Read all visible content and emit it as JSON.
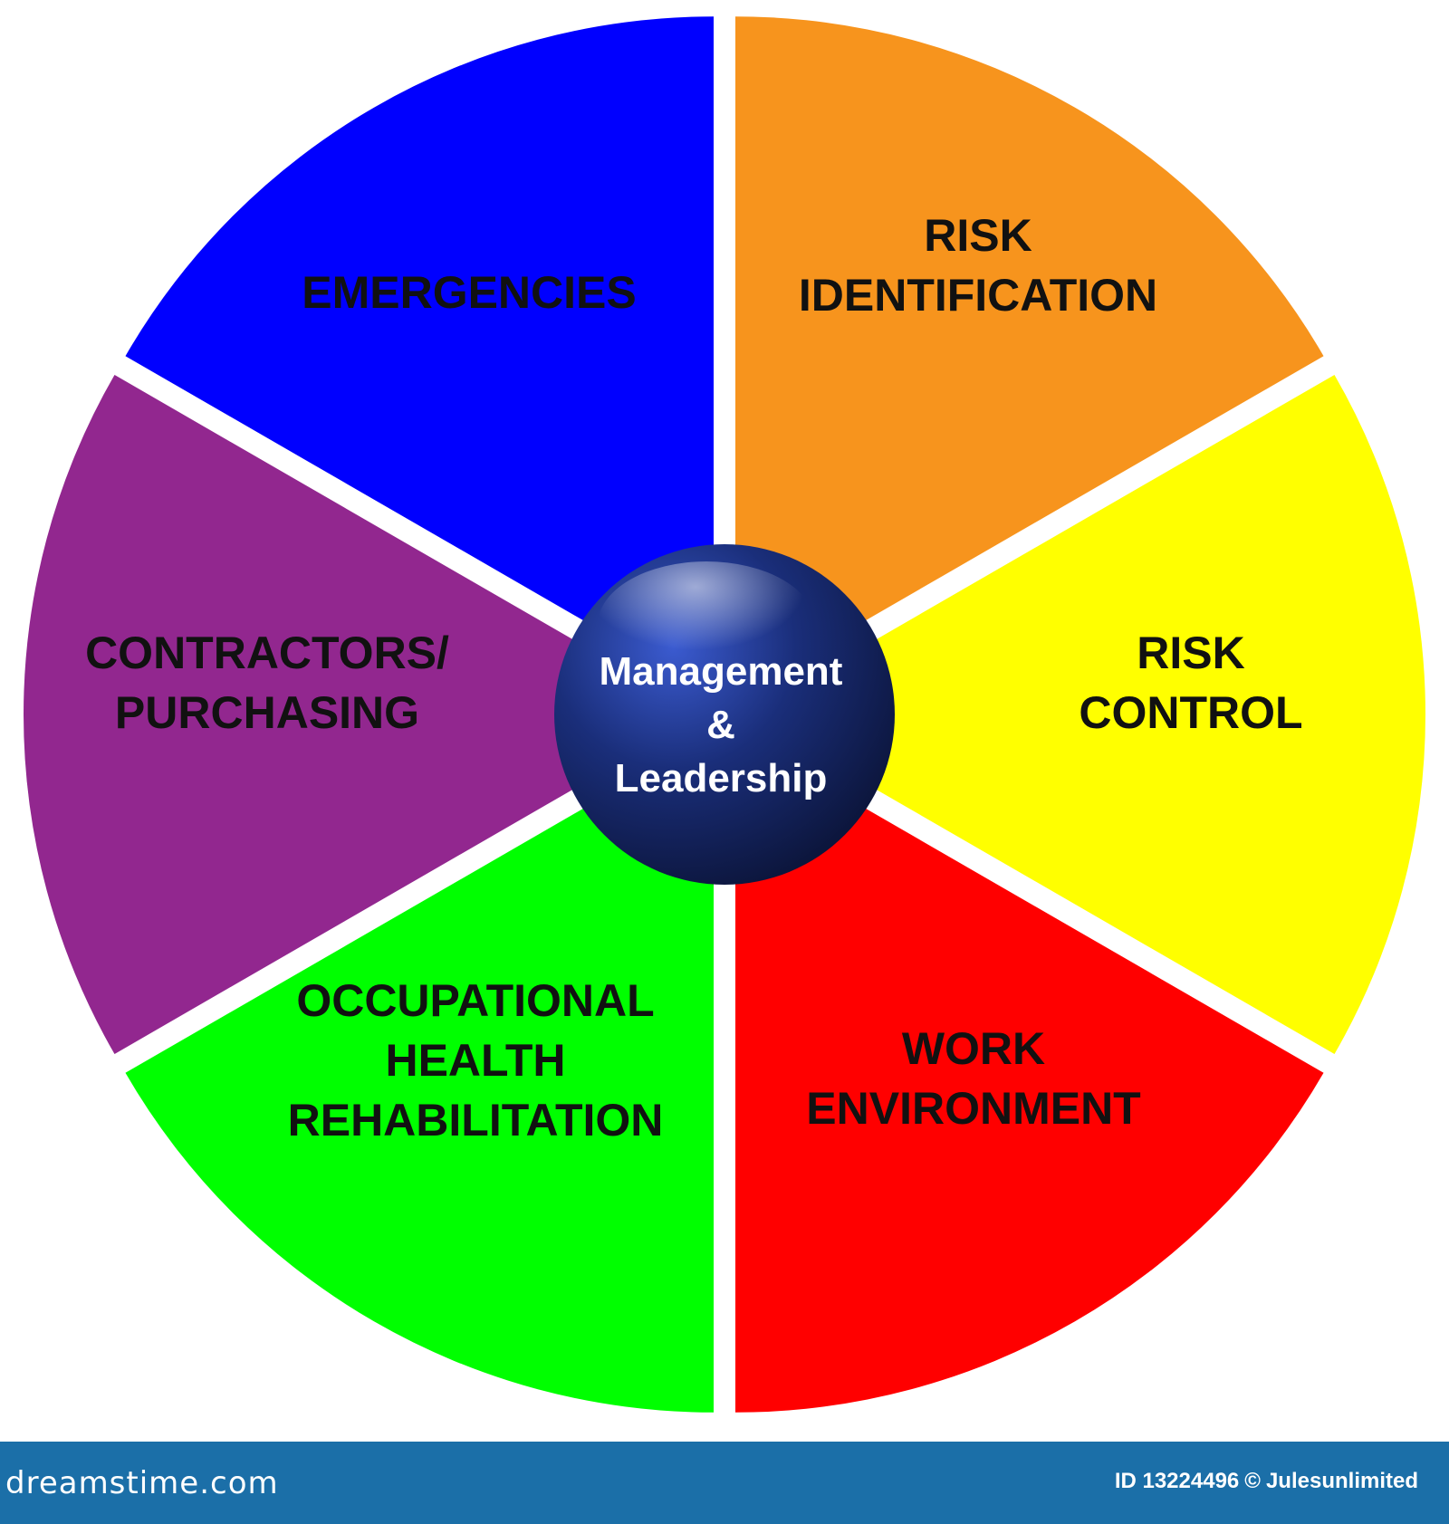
{
  "diagram": {
    "segments": [
      {
        "id": "risk-identification",
        "lines": [
          "RISK",
          "IDENTIFICATION"
        ],
        "color": "#f7941d"
      },
      {
        "id": "risk-control",
        "lines": [
          "RISK",
          "CONTROL"
        ],
        "color": "#ffff00"
      },
      {
        "id": "work-environment",
        "lines": [
          "WORK",
          "ENVIRONMENT"
        ],
        "color": "#ff0000"
      },
      {
        "id": "occupational-health",
        "lines": [
          "OCCUPATIONAL",
          "HEALTH",
          "REHABILITATION"
        ],
        "color": "#00ff00"
      },
      {
        "id": "contractors-purchasing",
        "lines": [
          "CONTRACTORS/",
          "PURCHASING"
        ],
        "color": "#92278f"
      },
      {
        "id": "emergencies",
        "lines": [
          "EMERGENCIES"
        ],
        "color": "#0000ff"
      }
    ],
    "hub": {
      "lines": [
        "Management",
        "&",
        "Leadership"
      ],
      "color": "#1a2e7a"
    }
  },
  "footer": {
    "brand": "dreamstime.com",
    "id_text": "ID 13224496",
    "copyright_symbol": "©",
    "author": "Julesunlimited",
    "color": "#1b6fa8"
  }
}
